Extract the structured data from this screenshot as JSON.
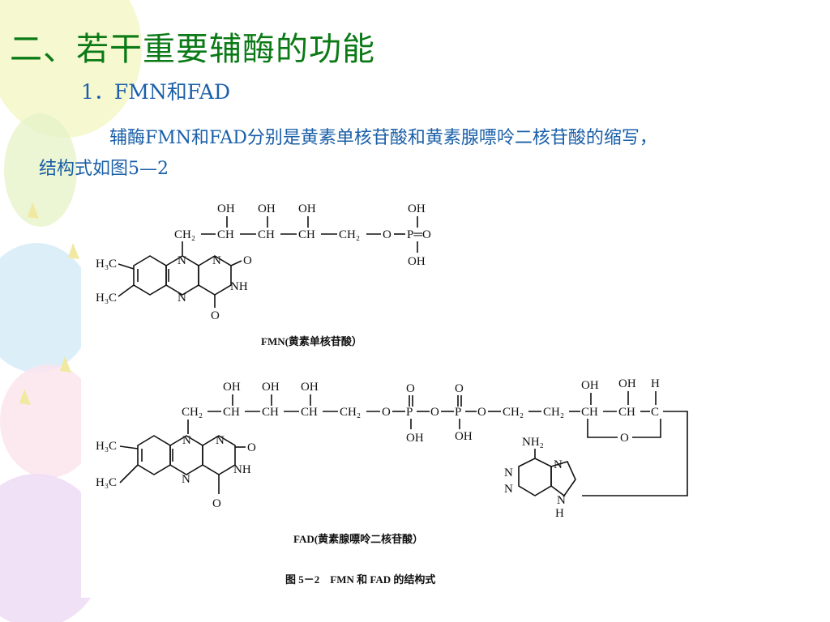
{
  "slide": {
    "title": "二、若干重要辅酶的功能",
    "subtitle": "1．FMN和FAD",
    "paragraph_line1": "辅酶FMN和FAD分别是黄素单核苷酸和黄素腺嘌呤二核苷酸的缩写，",
    "paragraph_line2": "结构式如图5—2"
  },
  "figure": {
    "fmn_caption": "FMN(黄素单核苷酸）",
    "fad_caption": "FAD(黄素腺嘌呤二核苷酸）",
    "figure_caption": "图 5－2　FMN 和 FAD 的结构式",
    "labels": {
      "oh": "OH",
      "h": "H",
      "ch2": "CH₂",
      "ch": "CH",
      "c": "C",
      "o": "O",
      "p": "P",
      "n": "N",
      "nh": "NH",
      "nh2": "NH₂",
      "h3c": "H₃C",
      "dash": "—",
      "p_double_o": "P═O"
    }
  },
  "colors": {
    "title": "#0b7a16",
    "body_text": "#1a5fa8"
  }
}
